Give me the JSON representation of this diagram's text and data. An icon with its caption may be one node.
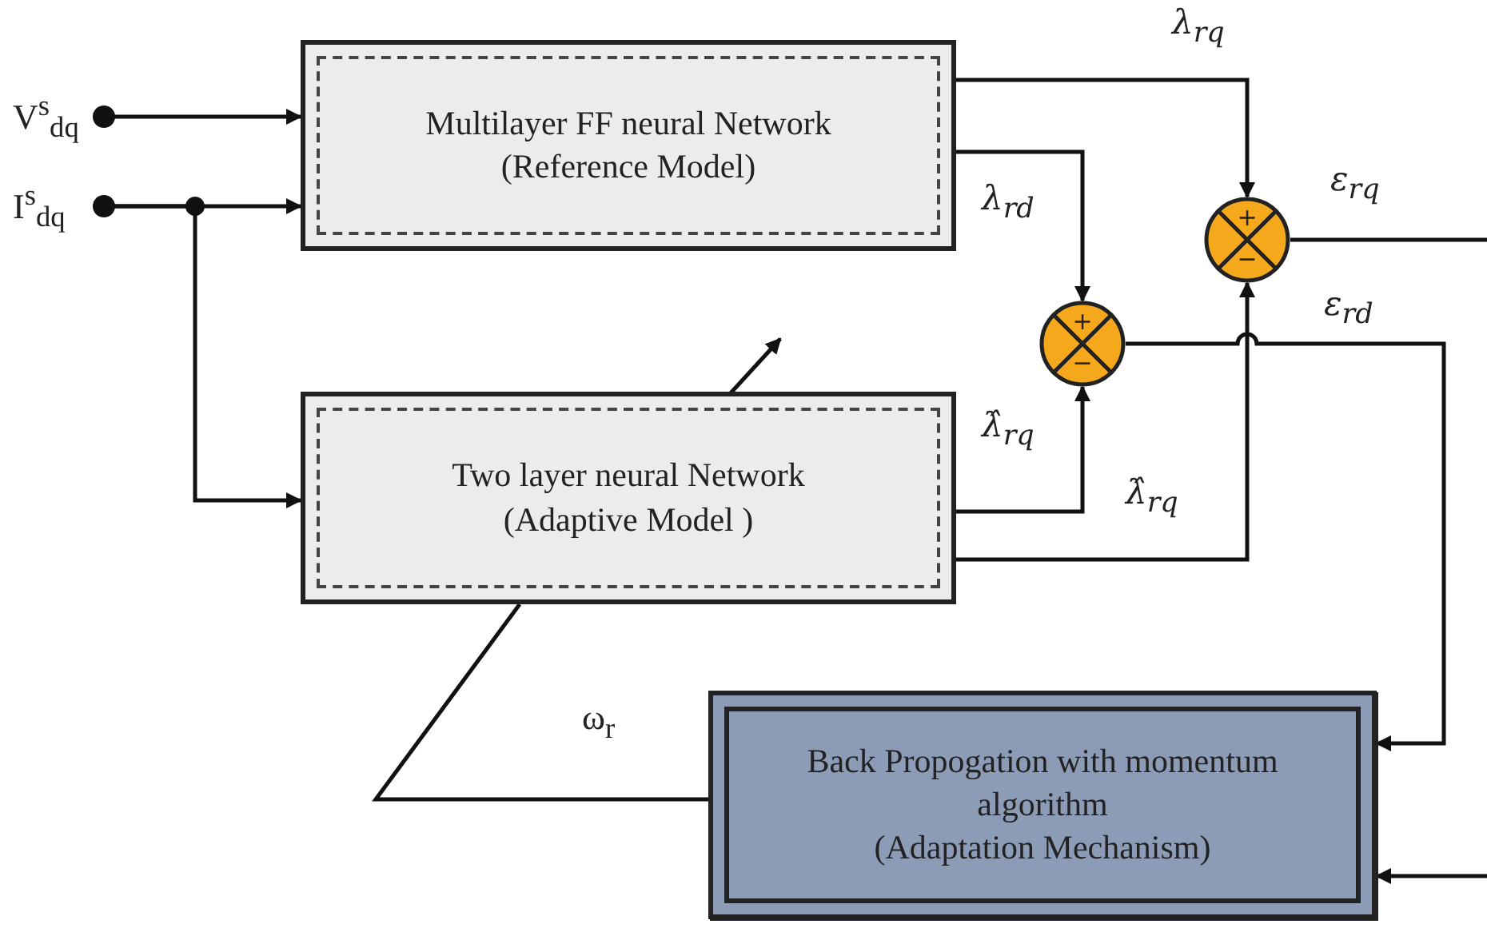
{
  "diagram": {
    "nodes": [
      {
        "text": [
          "V$^{s}$$_{dq}$"
        ]
      },
      {
        "text": [
          "I$^{s}$$_{dq}$"
        ]
      },
      {
        "text": [
          "Multilayer FF neural Network",
          "(Reference Model)"
        ]
      },
      {
        "text": [
          "Two layer neural Network",
          "(Adaptive Model )"
        ]
      },
      {
        "text": [
          "+",
          "−"
        ]
      },
      {
        "text": [
          "+",
          "−"
        ]
      },
      {
        "text": [
          "Back Propogation with momentum algorithm",
          "(Adaptation Mechanism)"
        ]
      }
    ],
    "edges": [
      {
        "from": 0,
        "to": 2,
        "arrow": "to"
      },
      {
        "from": 1,
        "to": 2,
        "arrow": "to"
      },
      {
        "from": 1,
        "to": 3,
        "arrow": "to"
      },
      {
        "from": 2,
        "to": 5,
        "arrow": "to",
        "label": "λ$_{rq}$"
      },
      {
        "from": 2,
        "to": 4,
        "arrow": "to",
        "label": "λ$_{rd}$"
      },
      {
        "from": 3,
        "to": 4,
        "arrow": "to",
        "label": "λ̂$_{rq}$"
      },
      {
        "from": 3,
        "to": 5,
        "arrow": "to",
        "label": "λ̂$_{rq}$"
      },
      {
        "from": 4,
        "to": 6,
        "arrow": "to",
        "label": "ε$_{rd}$"
      },
      {
        "from": 5,
        "to": null,
        "arrow": "none",
        "label": "ε$_{rq}$"
      },
      {
        "from": null,
        "to": 6,
        "arrow": "to"
      },
      {
        "from": 6,
        "to": 3,
        "arrow": "none",
        "label": "ω$_{r}$"
      }
    ]
  }
}
